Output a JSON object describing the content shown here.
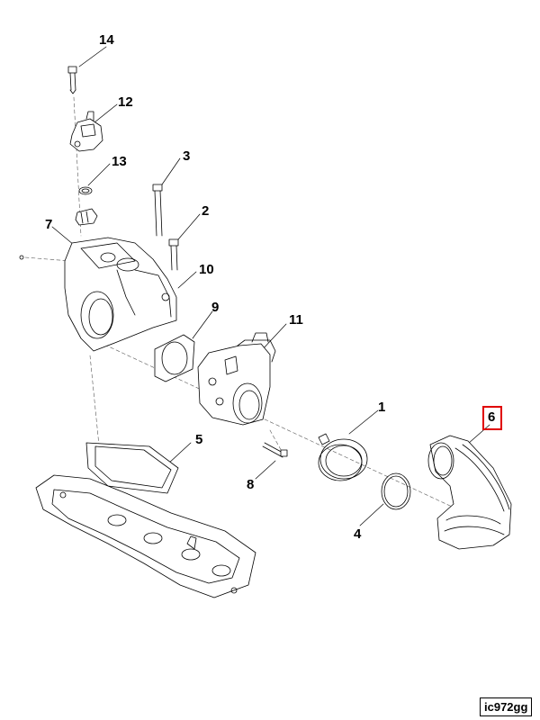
{
  "callouts": {
    "c1": "1",
    "c2": "2",
    "c3": "3",
    "c4": "4",
    "c5": "5",
    "c6": "6",
    "c7": "7",
    "c8": "8",
    "c9": "9",
    "c10": "10",
    "c11": "11",
    "c12": "12",
    "c13": "13",
    "c14": "14"
  },
  "highlighted_callout": "6",
  "highlight_color": "#e00000",
  "reference_code": "ic972gg"
}
